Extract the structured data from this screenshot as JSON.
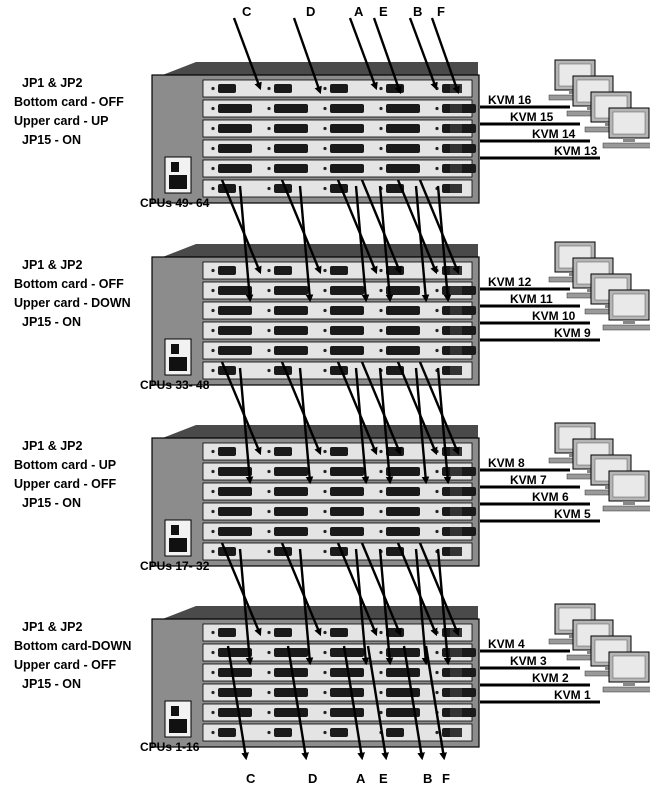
{
  "cable_letters_top": [
    "C",
    "D",
    "A",
    "E",
    "B",
    "F"
  ],
  "cable_letters_bottom": [
    "C",
    "D",
    "A",
    "E",
    "B",
    "F"
  ],
  "units": [
    {
      "config": [
        "JP1 & JP2",
        "Bottom card - OFF",
        "Upper card - UP",
        "JP15 - ON"
      ],
      "cpus": "CPUs 49- 64",
      "kvms": [
        "KVM 16",
        "KVM 15",
        "KVM 14",
        "KVM 13"
      ]
    },
    {
      "config": [
        "JP1 & JP2",
        "Bottom card - OFF",
        "Upper card - DOWN",
        "JP15 - ON"
      ],
      "cpus": "CPUs 33- 48",
      "kvms": [
        "KVM 12",
        "KVM 11",
        "KVM 10",
        "KVM 9"
      ]
    },
    {
      "config": [
        "JP1 & JP2",
        "Bottom card - UP",
        "Upper card - OFF",
        "JP15 - ON"
      ],
      "cpus": "CPUs 17- 32",
      "kvms": [
        "KVM 8",
        "KVM 7",
        "KVM 6",
        "KVM 5"
      ]
    },
    {
      "config": [
        "JP1 & JP2",
        "Bottom card-DOWN",
        "Upper card - OFF",
        "JP15 - ON"
      ],
      "cpus": "CPUs 1-16",
      "kvms": [
        "KVM 4",
        "KVM 3",
        "KVM 2",
        "KVM 1"
      ]
    }
  ],
  "colors": {
    "chassis_top": "#4a4a4a",
    "chassis_face": "#8c8c8c",
    "card_slot": "#e4e4e4",
    "connector": "#1a1a1a",
    "cable": "#000000"
  }
}
